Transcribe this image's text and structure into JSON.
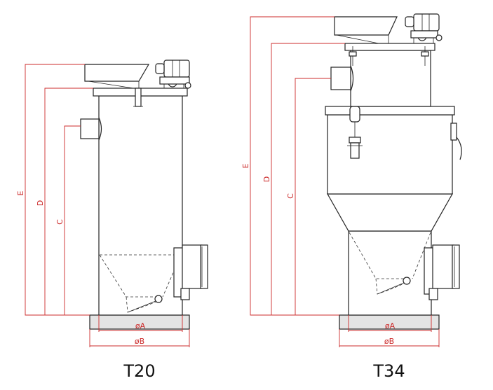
{
  "models": [
    {
      "id": "t20",
      "name": "T20",
      "dims": {
        "a": "øA",
        "b": "øB",
        "c": "C",
        "d": "D",
        "e": "E"
      }
    },
    {
      "id": "t34",
      "name": "T34",
      "dims": {
        "a": "øA",
        "b": "øB",
        "c": "C",
        "d": "D",
        "e": "E"
      }
    }
  ]
}
